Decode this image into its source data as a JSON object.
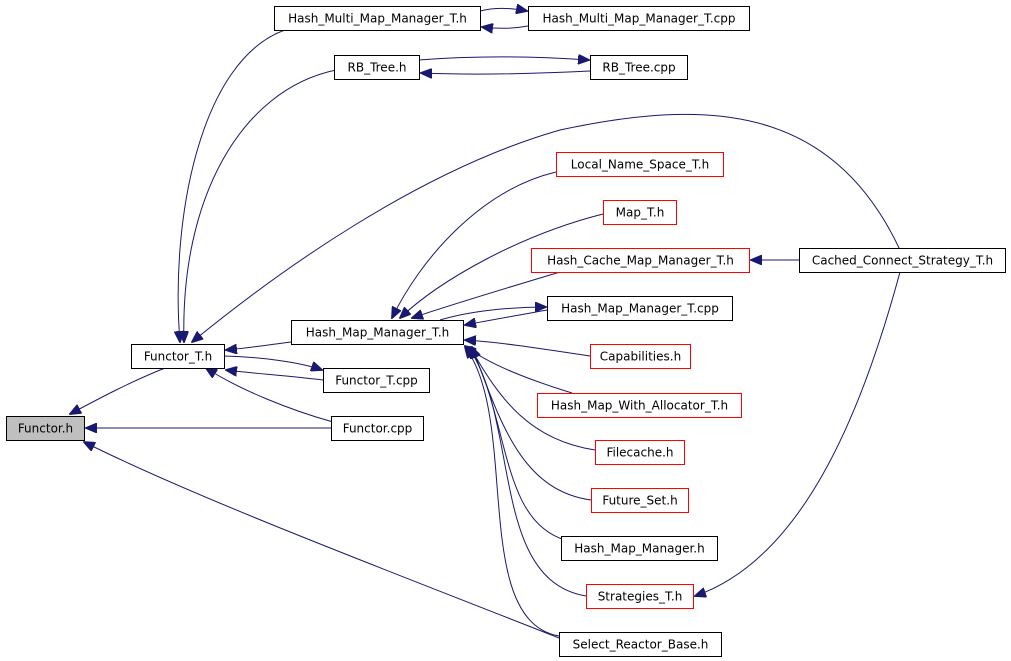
{
  "colors": {
    "edge": "#191970",
    "arrowhead": "#191970",
    "normal_border": "#000000",
    "truncated_border": "#ff0000",
    "focus_fill": "#bfbfbf",
    "background": "#ffffff"
  },
  "nodes": [
    {
      "id": "functor_h",
      "label": "Functor.h",
      "style": "focus"
    },
    {
      "id": "functor_t_h",
      "label": "Functor_T.h",
      "style": "normal"
    },
    {
      "id": "hash_multi_map_manager_t_h",
      "label": "Hash_Multi_Map_Manager_T.h",
      "style": "normal"
    },
    {
      "id": "hash_multi_map_manager_t_cpp",
      "label": "Hash_Multi_Map_Manager_T.cpp",
      "style": "normal"
    },
    {
      "id": "rb_tree_h",
      "label": "RB_Tree.h",
      "style": "normal"
    },
    {
      "id": "rb_tree_cpp",
      "label": "RB_Tree.cpp",
      "style": "normal"
    },
    {
      "id": "local_name_space_t_h",
      "label": "Local_Name_Space_T.h",
      "style": "truncated"
    },
    {
      "id": "map_t_h",
      "label": "Map_T.h",
      "style": "truncated"
    },
    {
      "id": "hash_cache_map_manager_t_h",
      "label": "Hash_Cache_Map_Manager_T.h",
      "style": "truncated"
    },
    {
      "id": "cached_connect_strategy_t_h",
      "label": "Cached_Connect_Strategy_T.h",
      "style": "normal"
    },
    {
      "id": "hash_map_manager_t_h",
      "label": "Hash_Map_Manager_T.h",
      "style": "normal"
    },
    {
      "id": "hash_map_manager_t_cpp",
      "label": "Hash_Map_Manager_T.cpp",
      "style": "normal"
    },
    {
      "id": "capabilities_h",
      "label": "Capabilities.h",
      "style": "truncated"
    },
    {
      "id": "functor_t_cpp",
      "label": "Functor_T.cpp",
      "style": "normal"
    },
    {
      "id": "hash_map_with_allocator_t_h",
      "label": "Hash_Map_With_Allocator_T.h",
      "style": "truncated"
    },
    {
      "id": "functor_cpp",
      "label": "Functor.cpp",
      "style": "normal"
    },
    {
      "id": "filecache_h",
      "label": "Filecache.h",
      "style": "truncated"
    },
    {
      "id": "future_set_h",
      "label": "Future_Set.h",
      "style": "truncated"
    },
    {
      "id": "hash_map_manager_h",
      "label": "Hash_Map_Manager.h",
      "style": "normal"
    },
    {
      "id": "strategies_t_h",
      "label": "Strategies_T.h",
      "style": "truncated"
    },
    {
      "id": "select_reactor_base_h",
      "label": "Select_Reactor_Base.h",
      "style": "normal"
    }
  ],
  "edges": [
    {
      "from": "functor_t_h",
      "to": "functor_h"
    },
    {
      "from": "functor_cpp",
      "to": "functor_h"
    },
    {
      "from": "select_reactor_base_h",
      "to": "functor_h"
    },
    {
      "from": "hash_multi_map_manager_t_h",
      "to": "functor_t_h"
    },
    {
      "from": "rb_tree_h",
      "to": "functor_t_h"
    },
    {
      "from": "cached_connect_strategy_t_h",
      "to": "functor_t_h"
    },
    {
      "from": "hash_map_manager_t_h",
      "to": "functor_t_h"
    },
    {
      "from": "functor_t_cpp",
      "to": "functor_t_h"
    },
    {
      "from": "functor_cpp",
      "to": "functor_t_h"
    },
    {
      "from": "functor_t_h",
      "to": "functor_t_cpp"
    },
    {
      "from": "hash_multi_map_manager_t_cpp",
      "to": "hash_multi_map_manager_t_h"
    },
    {
      "from": "hash_multi_map_manager_t_h",
      "to": "hash_multi_map_manager_t_cpp"
    },
    {
      "from": "rb_tree_cpp",
      "to": "rb_tree_h"
    },
    {
      "from": "rb_tree_h",
      "to": "rb_tree_cpp"
    },
    {
      "from": "local_name_space_t_h",
      "to": "hash_map_manager_t_h"
    },
    {
      "from": "map_t_h",
      "to": "hash_map_manager_t_h"
    },
    {
      "from": "hash_cache_map_manager_t_h",
      "to": "hash_map_manager_t_h"
    },
    {
      "from": "hash_map_manager_t_cpp",
      "to": "hash_map_manager_t_h"
    },
    {
      "from": "hash_map_manager_t_h",
      "to": "hash_map_manager_t_cpp"
    },
    {
      "from": "capabilities_h",
      "to": "hash_map_manager_t_h"
    },
    {
      "from": "hash_map_with_allocator_t_h",
      "to": "hash_map_manager_t_h"
    },
    {
      "from": "filecache_h",
      "to": "hash_map_manager_t_h"
    },
    {
      "from": "future_set_h",
      "to": "hash_map_manager_t_h"
    },
    {
      "from": "hash_map_manager_h",
      "to": "hash_map_manager_t_h"
    },
    {
      "from": "strategies_t_h",
      "to": "hash_map_manager_t_h"
    },
    {
      "from": "select_reactor_base_h",
      "to": "hash_map_manager_t_h"
    },
    {
      "from": "cached_connect_strategy_t_h",
      "to": "hash_cache_map_manager_t_h"
    },
    {
      "from": "cached_connect_strategy_t_h",
      "to": "strategies_t_h"
    }
  ]
}
